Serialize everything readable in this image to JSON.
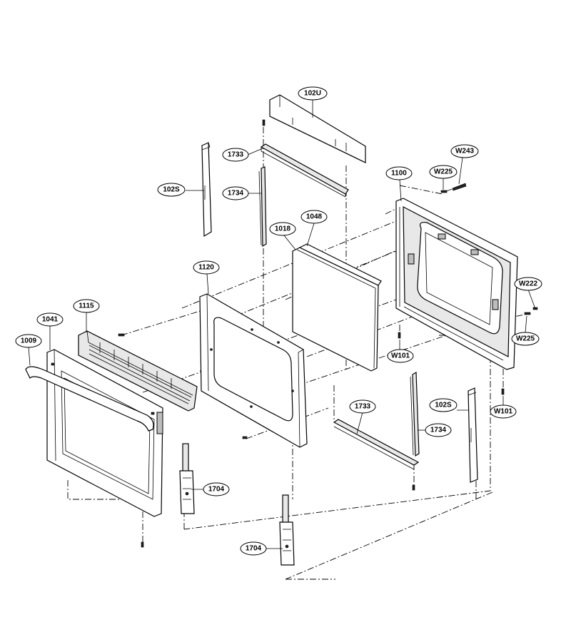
{
  "callouts": {
    "c102U": "102U",
    "c1733a": "1733",
    "c1734a": "1734",
    "c102Sa": "102S",
    "c1100": "1100",
    "cW225a": "W225",
    "cW243": "W243",
    "c1018": "1018",
    "c1048": "1048",
    "c1120": "1120",
    "cW222": "W222",
    "cW225b": "W225",
    "cW101a": "W101",
    "c1115": "1115",
    "c1041": "1041",
    "c1009": "1009",
    "c1733b": "1733",
    "c102Sb": "102S",
    "c1734b": "1734",
    "cW101b": "W101",
    "c1704a": "1704",
    "c1704b": "1704"
  },
  "colors": {
    "line": "#000000",
    "background": "#ffffff"
  }
}
